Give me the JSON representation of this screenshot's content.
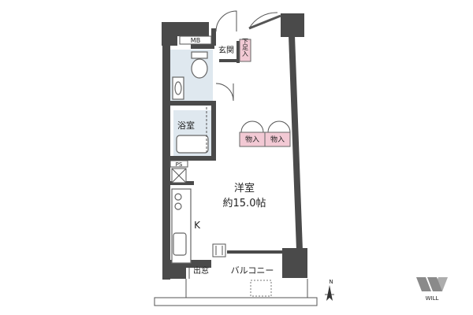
{
  "rooms": {
    "entrance": "玄関",
    "shoe_storage": "下足入",
    "mb": "MB",
    "bathroom": "浴室",
    "ps": "PS",
    "closet_left": "物入",
    "closet_right": "物入",
    "western_room": "洋室",
    "western_room_size": "約15.0帖",
    "kitchen": "K",
    "window": "出窓",
    "balcony": "バルコニー"
  },
  "compass": {
    "label": "N"
  },
  "logo": {
    "text": "WILL"
  },
  "colors": {
    "wall": "#4a4a4a",
    "bath_floor": "#dfe8ef",
    "closet": "#f2c9d4"
  }
}
